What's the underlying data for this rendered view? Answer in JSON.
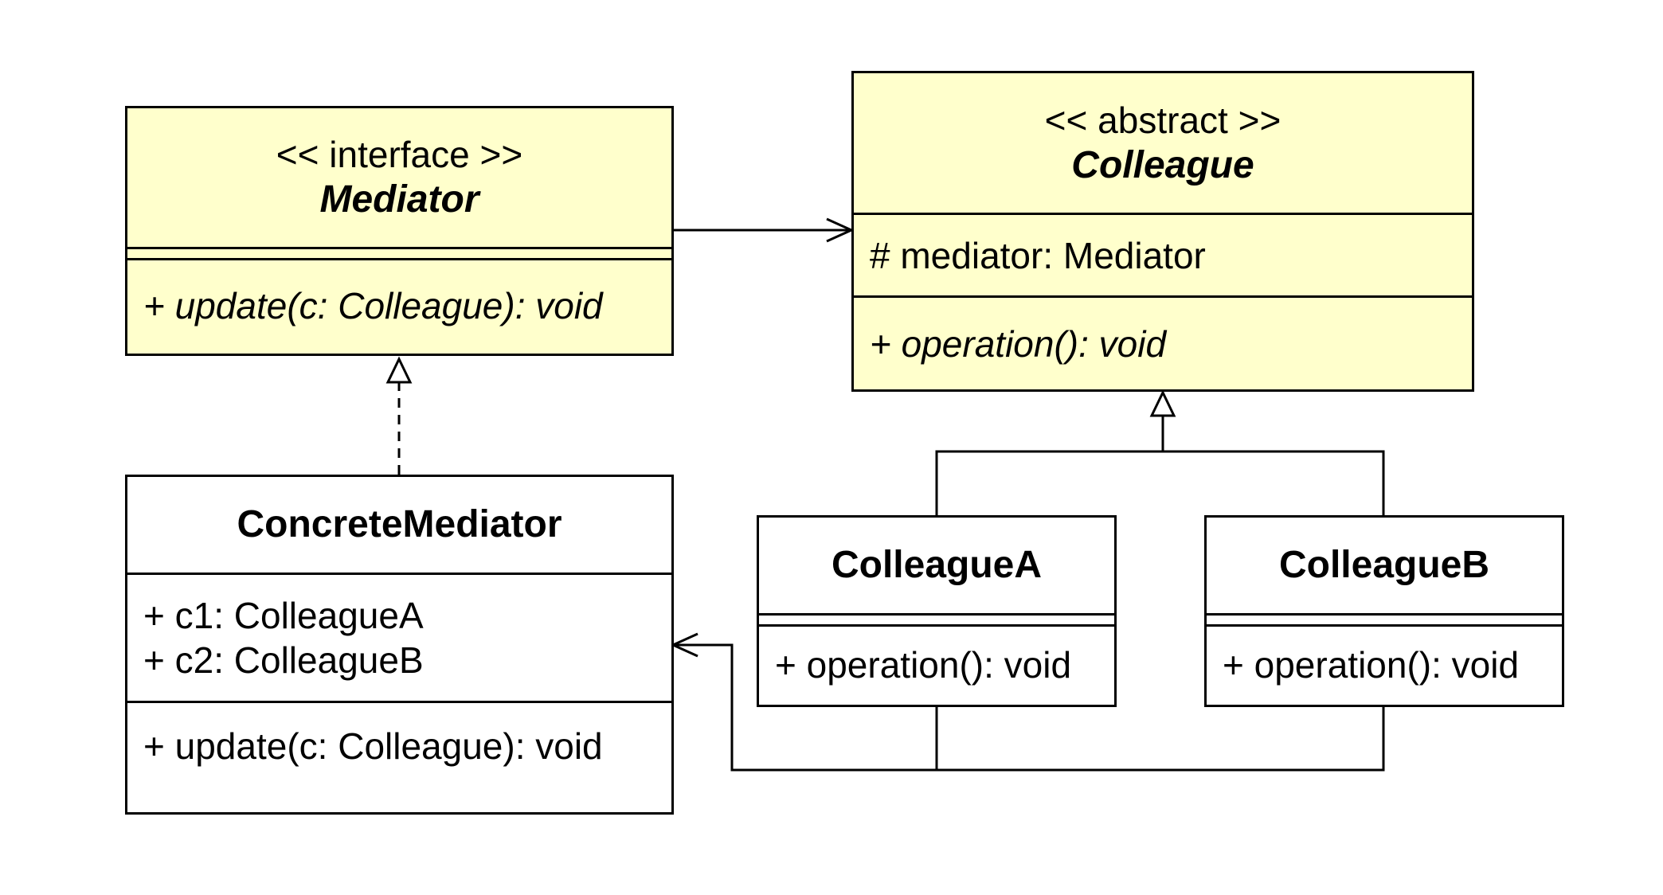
{
  "classes": {
    "mediator": {
      "stereotype": "<< interface >>",
      "name": "Mediator",
      "attributes": [],
      "operations": [
        "+ update(c: Colleague): void"
      ]
    },
    "colleague": {
      "stereotype": "<< abstract >>",
      "name": "Colleague",
      "attributes": [
        "# mediator: Mediator"
      ],
      "operations": [
        "+ operation(): void"
      ]
    },
    "concrete_mediator": {
      "name": "ConcreteMediator",
      "attributes": [
        "+ c1: ColleagueA",
        "+ c2: ColleagueB"
      ],
      "operations": [
        "+ update(c: Colleague): void"
      ]
    },
    "colleague_a": {
      "name": "ColleagueA",
      "attributes": [],
      "operations": [
        "+ operation(): void"
      ]
    },
    "colleague_b": {
      "name": "ColleagueB",
      "attributes": [],
      "operations": [
        "+ operation(): void"
      ]
    }
  },
  "relations": [
    {
      "type": "association",
      "from": "Mediator",
      "to": "Colleague"
    },
    {
      "type": "realization",
      "from": "ConcreteMediator",
      "to": "Mediator"
    },
    {
      "type": "generalization",
      "from": "ColleagueA",
      "to": "Colleague"
    },
    {
      "type": "generalization",
      "from": "ColleagueB",
      "to": "Colleague"
    },
    {
      "type": "association",
      "from": "ColleagueA",
      "to": "ConcreteMediator"
    },
    {
      "type": "association",
      "from": "ColleagueB",
      "to": "ConcreteMediator"
    }
  ],
  "colors": {
    "abstract_fill": "#ffffcc",
    "concrete_fill": "#ffffff",
    "line": "#000000"
  }
}
